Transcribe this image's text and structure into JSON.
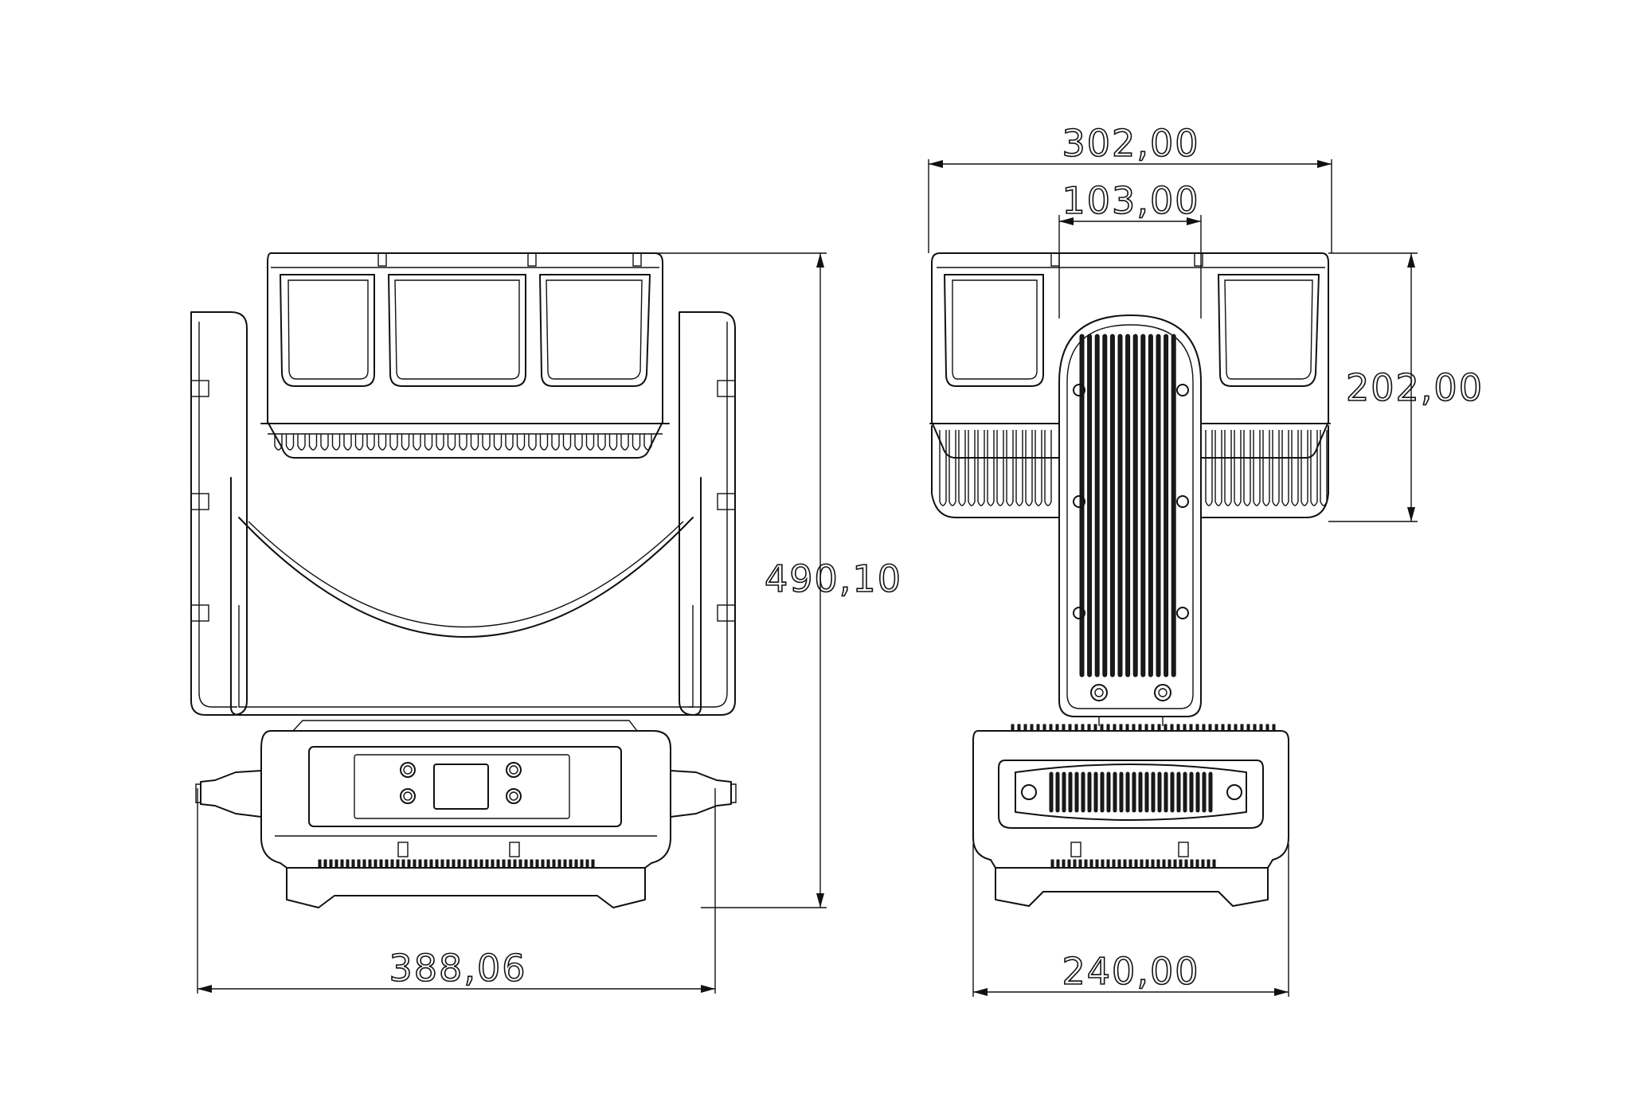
{
  "dimensions": {
    "front_height": "490,10",
    "front_width": "388,06",
    "side_overall_width": "302,00",
    "side_arm_width": "103,00",
    "side_head_height": "202,00",
    "side_base_width": "240,00"
  }
}
